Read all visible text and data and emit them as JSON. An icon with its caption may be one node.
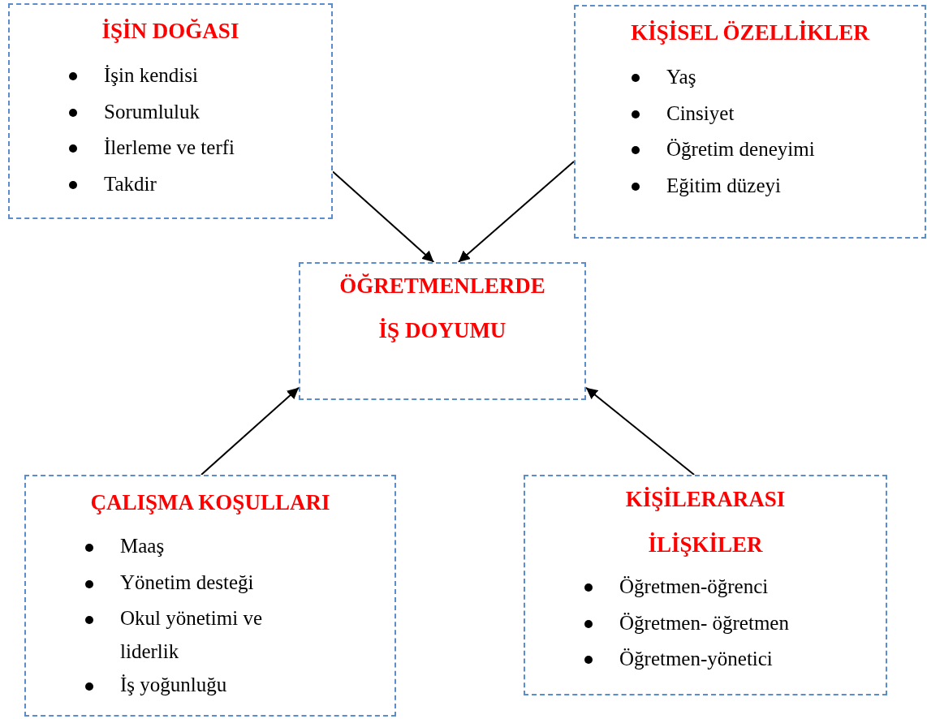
{
  "diagram": {
    "nodes": [
      {
        "text": [
          "İŞİN DOĞASI",
          "İşin kendisi",
          "Sorumluluk",
          "İlerleme ve terfi",
          "Takdir"
        ]
      },
      {
        "text": [
          "KİŞİSEL ÖZELLİKLER",
          "Yaş",
          "Cinsiyet",
          "Öğretim deneyimi",
          "Eğitim düzeyi"
        ]
      },
      {
        "text": [
          "ÖĞRETMENLERDE İŞ DOYUMU"
        ]
      },
      {
        "text": [
          "ÇALIŞMA KOŞULLARI",
          "Maaş",
          "Yönetim desteği",
          "Okul yönetimi ve liderlik",
          "İş yoğunluğu"
        ]
      },
      {
        "text": [
          "KİŞİLERARASI İLİŞKİLER",
          "Öğretmen-öğrenci",
          "Öğretmen- öğretmen",
          "Öğretmen-yönetici"
        ]
      }
    ],
    "edges": [
      {
        "from": 0,
        "to": 2,
        "arrow": "to"
      },
      {
        "from": 1,
        "to": 2,
        "arrow": "to"
      },
      {
        "from": 3,
        "to": 2,
        "arrow": "to"
      },
      {
        "from": 4,
        "to": 2,
        "arrow": "to"
      }
    ]
  }
}
